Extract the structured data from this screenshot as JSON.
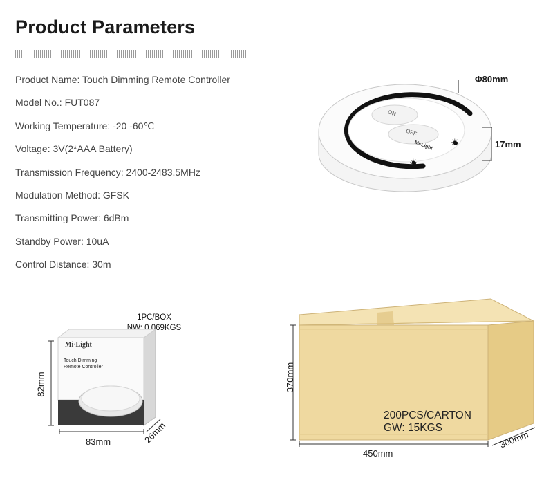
{
  "title": "Product Parameters",
  "params": [
    "Product Name: Touch Dimming Remote Controller",
    "Model No.: FUT087",
    "Working Temperature: -20 -60℃",
    "Voltage: 3V(2*AAA Battery)",
    "Transmission Frequency: 2400-2483.5MHz",
    "Modulation Method: GFSK",
    "Transmitting Power: 6dBm",
    "Standby Power: 10uA",
    "Control Distance: 30m"
  ],
  "remote": {
    "diameter": "Φ80mm",
    "height": "17mm",
    "on_label": "ON",
    "off_label": "OFF",
    "brand": "Mi·Light"
  },
  "box": {
    "qty": "1PC/BOX",
    "weight": "NW: 0.069KGS",
    "brand": "Mi·Light",
    "product_line1": "Touch Dimming",
    "product_line2": "Remote Controller",
    "height": "82mm",
    "width": "83mm",
    "depth": "26mm"
  },
  "carton": {
    "qty": "200PCS/CARTON",
    "weight": "GW: 15KGS",
    "height": "370mm",
    "width": "450mm",
    "depth": "300mm"
  },
  "colors": {
    "carton_front": "#efd9a0",
    "carton_top": "#f4e3b4",
    "carton_side": "#e6cb86",
    "remote_ring": "#111111"
  }
}
